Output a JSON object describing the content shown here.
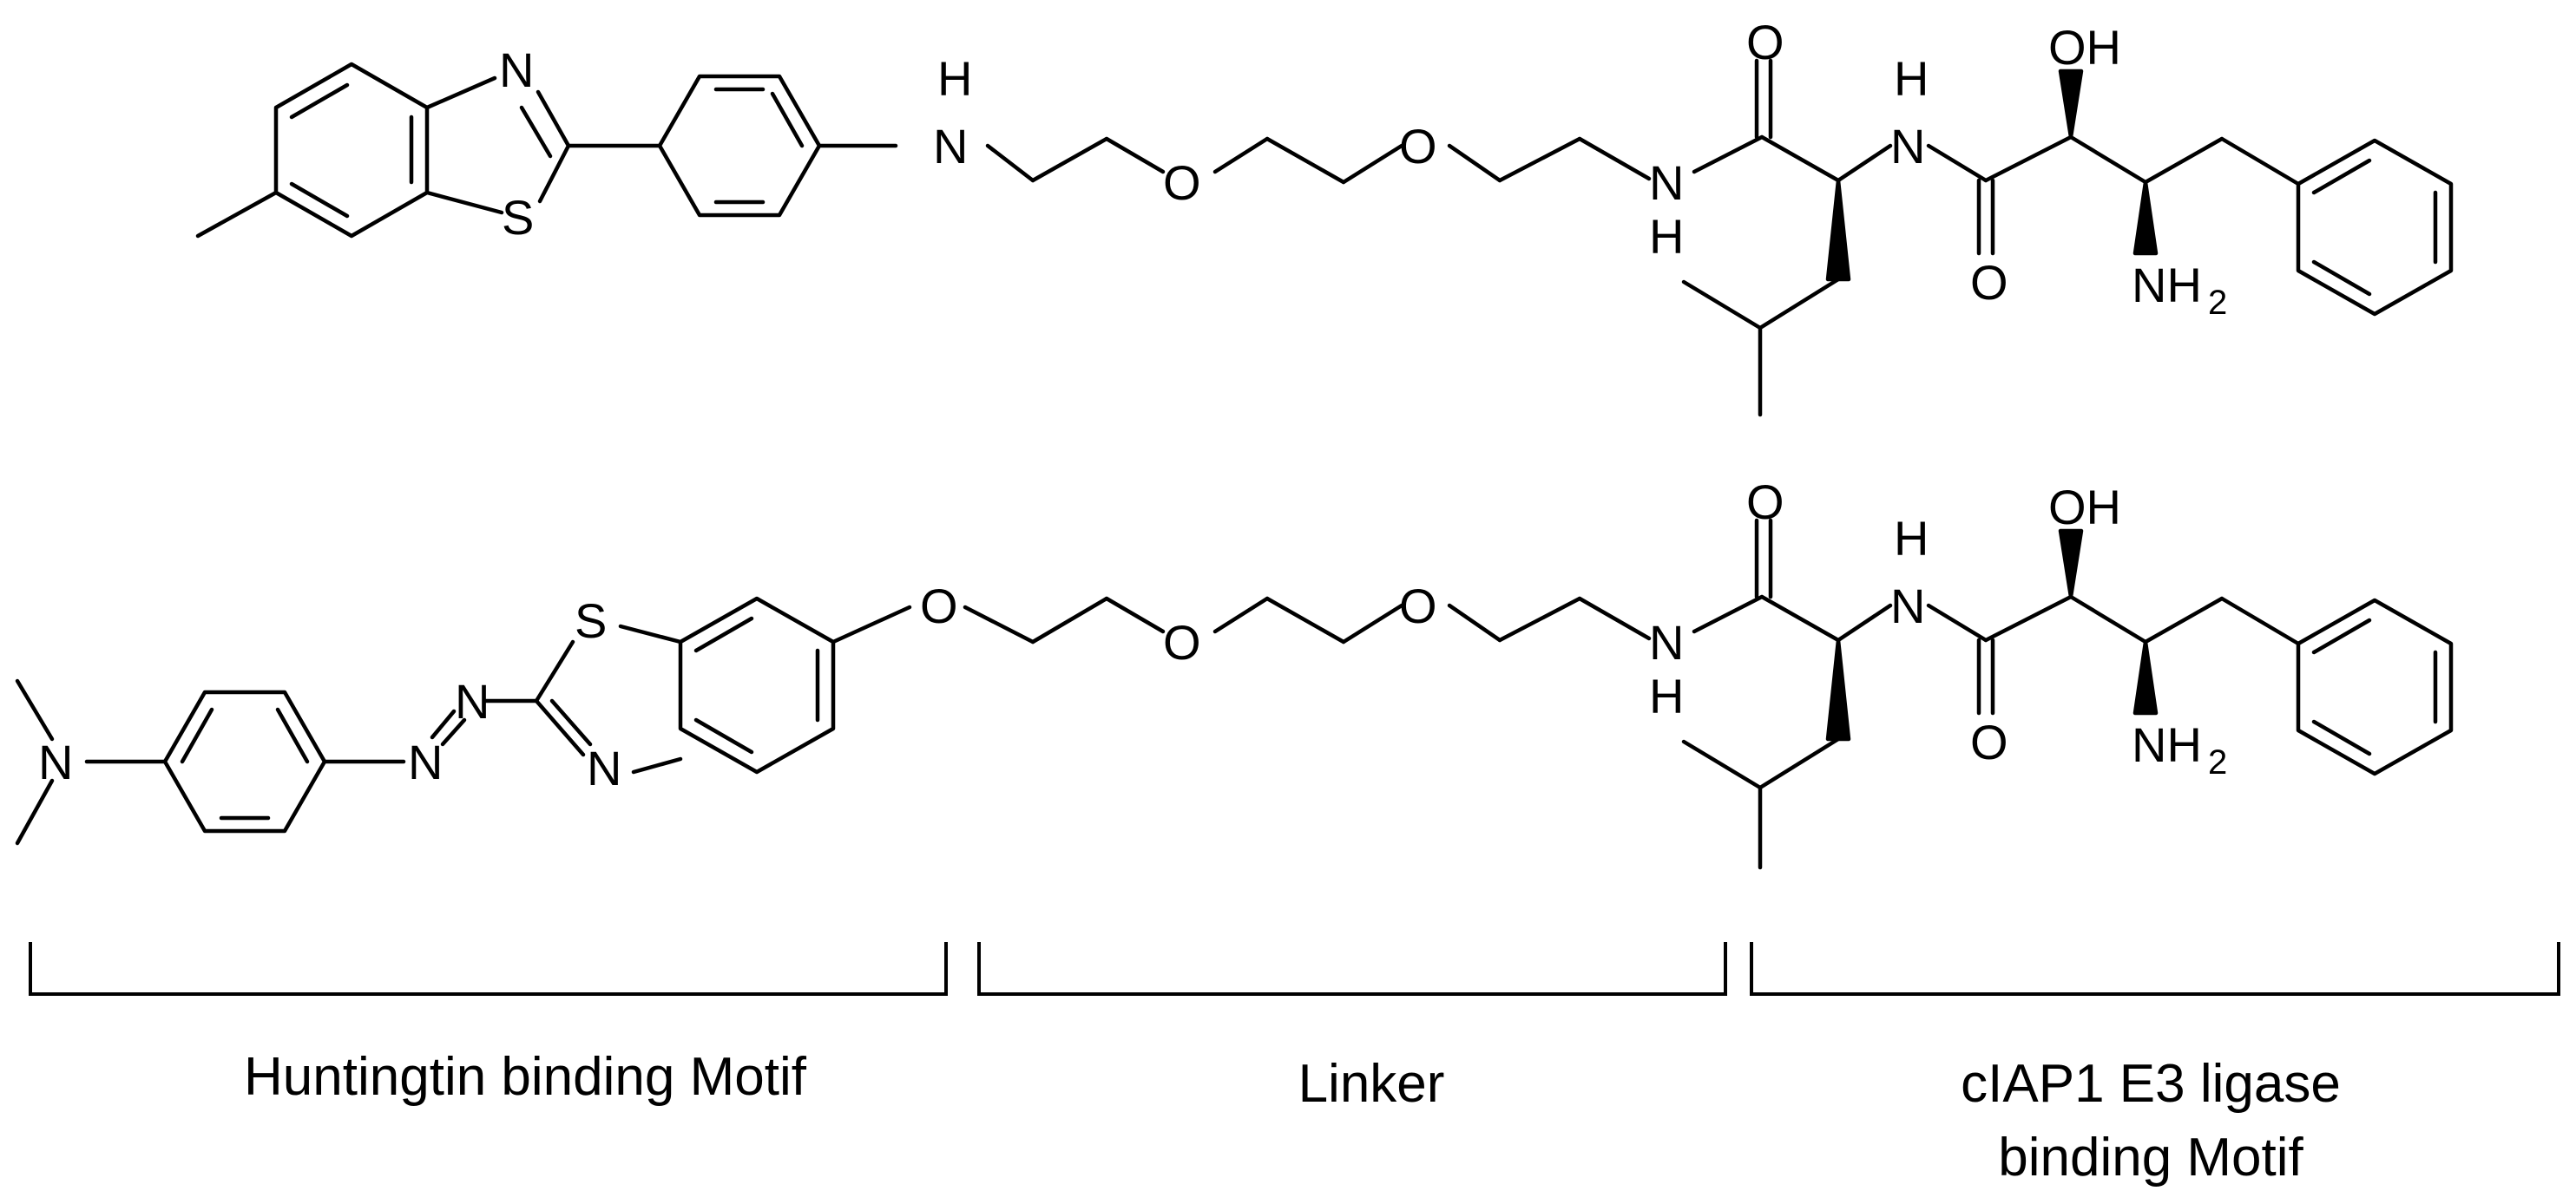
{
  "molecule_1": {
    "atoms": {
      "n_thiazole": "N",
      "s_thiazole": "S",
      "nh_aniline_h": "H",
      "nh_aniline_n": "N",
      "o_ether_1": "O",
      "o_ether_2": "O",
      "nh_amide_1_n": "N",
      "nh_amide_1_h": "H",
      "o_carbonyl_1": "O",
      "nh_amide_2_h": "H",
      "nh_amide_2_n": "N",
      "oh_label": "OH",
      "o_carbonyl_2": "O",
      "nh2_label": "NH",
      "nh2_subscript": "2"
    }
  },
  "molecule_2": {
    "atoms": {
      "n_dimethylamino": "N",
      "n_azo_1": "N",
      "n_azo_2": "N",
      "s_thiazole": "S",
      "n_thiazole": "N",
      "o_aryl_ether": "O",
      "o_ether_1": "O",
      "o_ether_2": "O",
      "nh_amide_1_n": "N",
      "nh_amide_1_h": "H",
      "o_carbonyl_1": "O",
      "nh_amide_2_h": "H",
      "nh_amide_2_n": "N",
      "oh_label": "OH",
      "o_carbonyl_2": "O",
      "nh2_label": "NH",
      "nh2_subscript": "2"
    }
  },
  "captions": {
    "huntingtin": "Huntingtin binding Motif",
    "linker": "Linker",
    "ciap1_line1": "cIAP1 E3 ligase",
    "ciap1_line2": "binding Motif"
  }
}
